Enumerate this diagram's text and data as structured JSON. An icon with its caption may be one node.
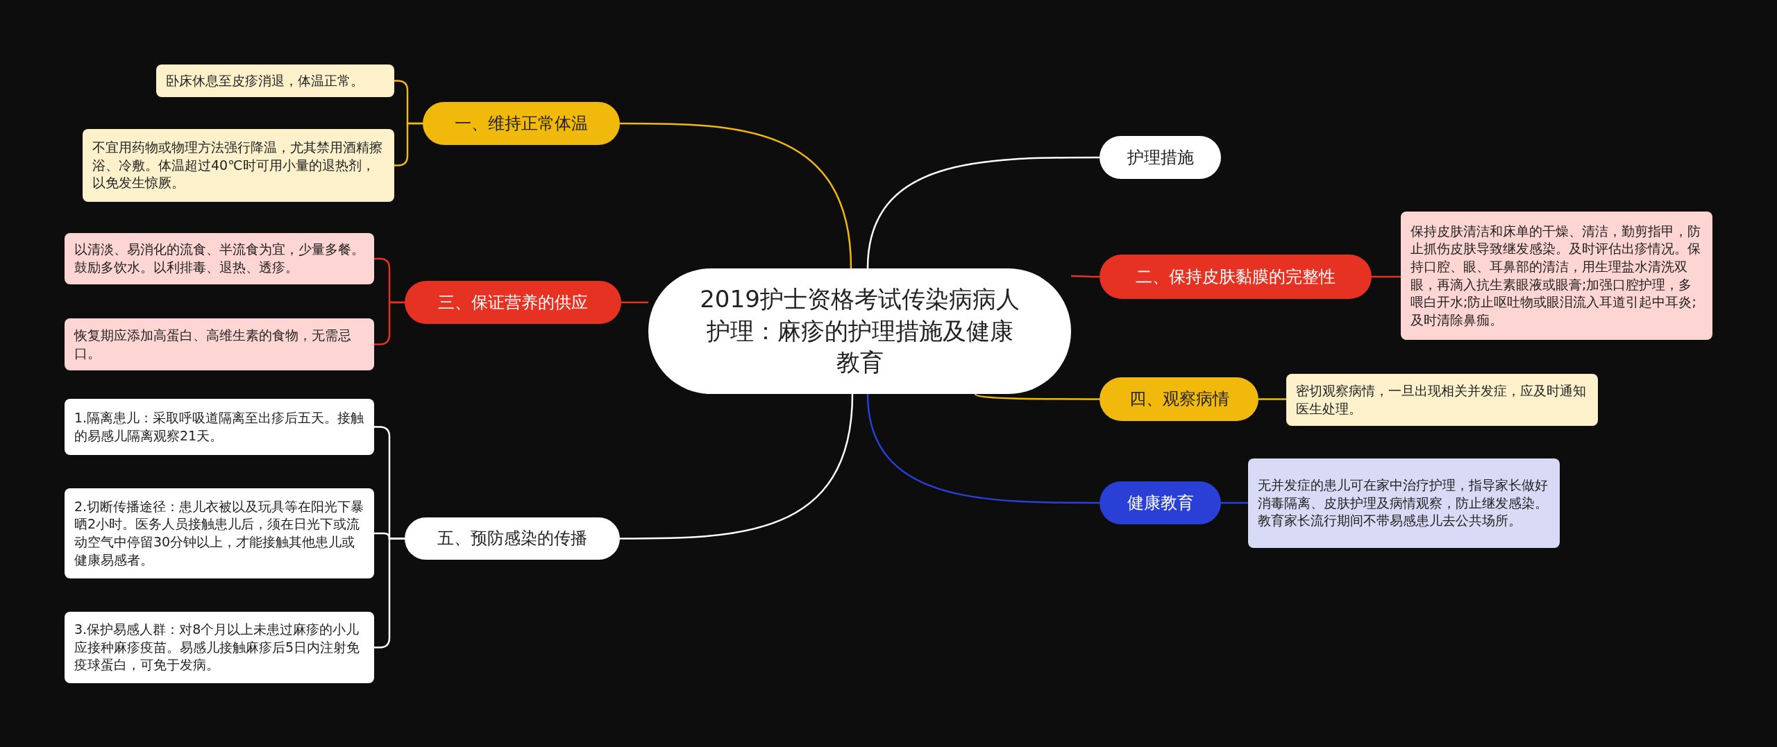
{
  "diagram": {
    "nodes": [
      {
        "text": [
          "2019护士资格考试传染病病人护理：麻疹的护理措施及健康教育"
        ]
      },
      {
        "text": [
          "一、维持正常体温"
        ]
      },
      {
        "text": [
          "卧床休息至皮疹消退，体温正常。"
        ]
      },
      {
        "text": [
          "不宜用药物或物理方法强行降温，尤其禁用酒精擦浴、冷敷。体温超过40℃时可用小量的退热剂，以免发生惊厥。"
        ]
      },
      {
        "text": [
          "三、保证营养的供应"
        ]
      },
      {
        "text": [
          "以清淡、易消化的流食、半流食为宜，少量多餐。鼓励多饮水。以利排毒、退热、透疹。"
        ]
      },
      {
        "text": [
          "恢复期应添加高蛋白、高维生素的食物，无需忌口。"
        ]
      },
      {
        "text": [
          "五、预防感染的传播"
        ]
      },
      {
        "text": [
          "1.隔离患儿：采取呼吸道隔离至出疹后五天。接触的易感儿隔离观察21天。"
        ]
      },
      {
        "text": [
          "2.切断传播途径：患儿衣被以及玩具等在阳光下暴晒2小时。医务人员接触患儿后，须在日光下或流动空气中停留30分钟以上，才能接触其他患儿或健康易感者。"
        ]
      },
      {
        "text": [
          "3.保护易感人群：对8个月以上未患过麻疹的小儿应接种麻疹疫苗。易感儿接触麻疹后5日内注射免疫球蛋白，可免于发病。"
        ]
      },
      {
        "text": [
          "护理措施"
        ]
      },
      {
        "text": [
          "二、保持皮肤黏膜的完整性"
        ]
      },
      {
        "text": [
          "保持皮肤清洁和床单的干燥、清洁，勤剪指甲，防止抓伤皮肤导致继发感染。及时评估出疹情况。保持口腔、眼、耳鼻部的清洁，用生理盐水清洗双眼，再滴入抗生素眼液或眼膏;加强口腔护理，多喂白开水;防止呕吐物或眼泪流入耳道引起中耳炎;及时清除鼻痂。"
        ]
      },
      {
        "text": [
          "四、观察病情"
        ]
      },
      {
        "text": [
          "密切观察病情，一旦出现相关并发症，应及时通知医生处理。"
        ]
      },
      {
        "text": [
          "健康教育"
        ]
      },
      {
        "text": [
          "无并发症的患儿可在家中治疗护理，指导家长做好消毒隔离、皮肤护理及病情观察，防止继发感染。教育家长流行期间不带易感患儿去公共场所。"
        ]
      }
    ],
    "edges": [
      {
        "from": 0,
        "to": 1,
        "arrow": "none",
        "color": "#f0b90b"
      },
      {
        "from": 1,
        "to": 2,
        "arrow": "none",
        "color": "#f0b90b"
      },
      {
        "from": 1,
        "to": 3,
        "arrow": "none",
        "color": "#f0b90b"
      },
      {
        "from": 0,
        "to": 4,
        "arrow": "none",
        "color": "#e53222"
      },
      {
        "from": 4,
        "to": 5,
        "arrow": "none",
        "color": "#e53222"
      },
      {
        "from": 4,
        "to": 6,
        "arrow": "none",
        "color": "#e53222"
      },
      {
        "from": 0,
        "to": 7,
        "arrow": "none",
        "color": "#ffffff"
      },
      {
        "from": 7,
        "to": 8,
        "arrow": "none",
        "color": "#ffffff"
      },
      {
        "from": 7,
        "to": 9,
        "arrow": "none",
        "color": "#ffffff"
      },
      {
        "from": 7,
        "to": 10,
        "arrow": "none",
        "color": "#ffffff"
      },
      {
        "from": 0,
        "to": 11,
        "arrow": "none",
        "color": "#ffffff"
      },
      {
        "from": 0,
        "to": 12,
        "arrow": "none",
        "color": "#e53222"
      },
      {
        "from": 12,
        "to": 13,
        "arrow": "none",
        "color": "#e53222"
      },
      {
        "from": 0,
        "to": 14,
        "arrow": "none",
        "color": "#f0b90b"
      },
      {
        "from": 14,
        "to": 15,
        "arrow": "none",
        "color": "#f0b90b"
      },
      {
        "from": 0,
        "to": 16,
        "arrow": "none",
        "color": "#2a3fd6"
      },
      {
        "from": 16,
        "to": 17,
        "arrow": "none",
        "color": "#2a3fd6"
      }
    ]
  }
}
